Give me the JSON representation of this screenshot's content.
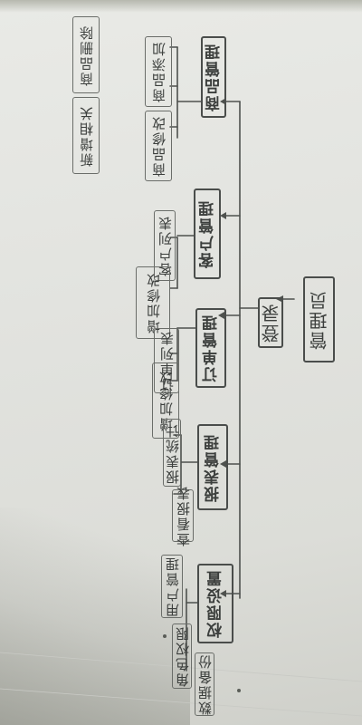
{
  "diagram": {
    "root": "管理员",
    "login": "登录",
    "modules": [
      {
        "title": "商品管理",
        "children": [
          "商品添加",
          "商品修改",
          "商品删除",
          "新增相关"
        ]
      },
      {
        "title": "客户管理",
        "children": [
          "客户列表",
          "增加修改"
        ]
      },
      {
        "title": "订单管理",
        "children": [
          "订单列表",
          "增加修改"
        ]
      },
      {
        "title": "报表管理",
        "children": [
          "报表统计",
          "查看报表"
        ]
      },
      {
        "title": "权限设置",
        "children": [
          "用户管理",
          "角色权限",
          "数据备份"
        ]
      }
    ]
  }
}
